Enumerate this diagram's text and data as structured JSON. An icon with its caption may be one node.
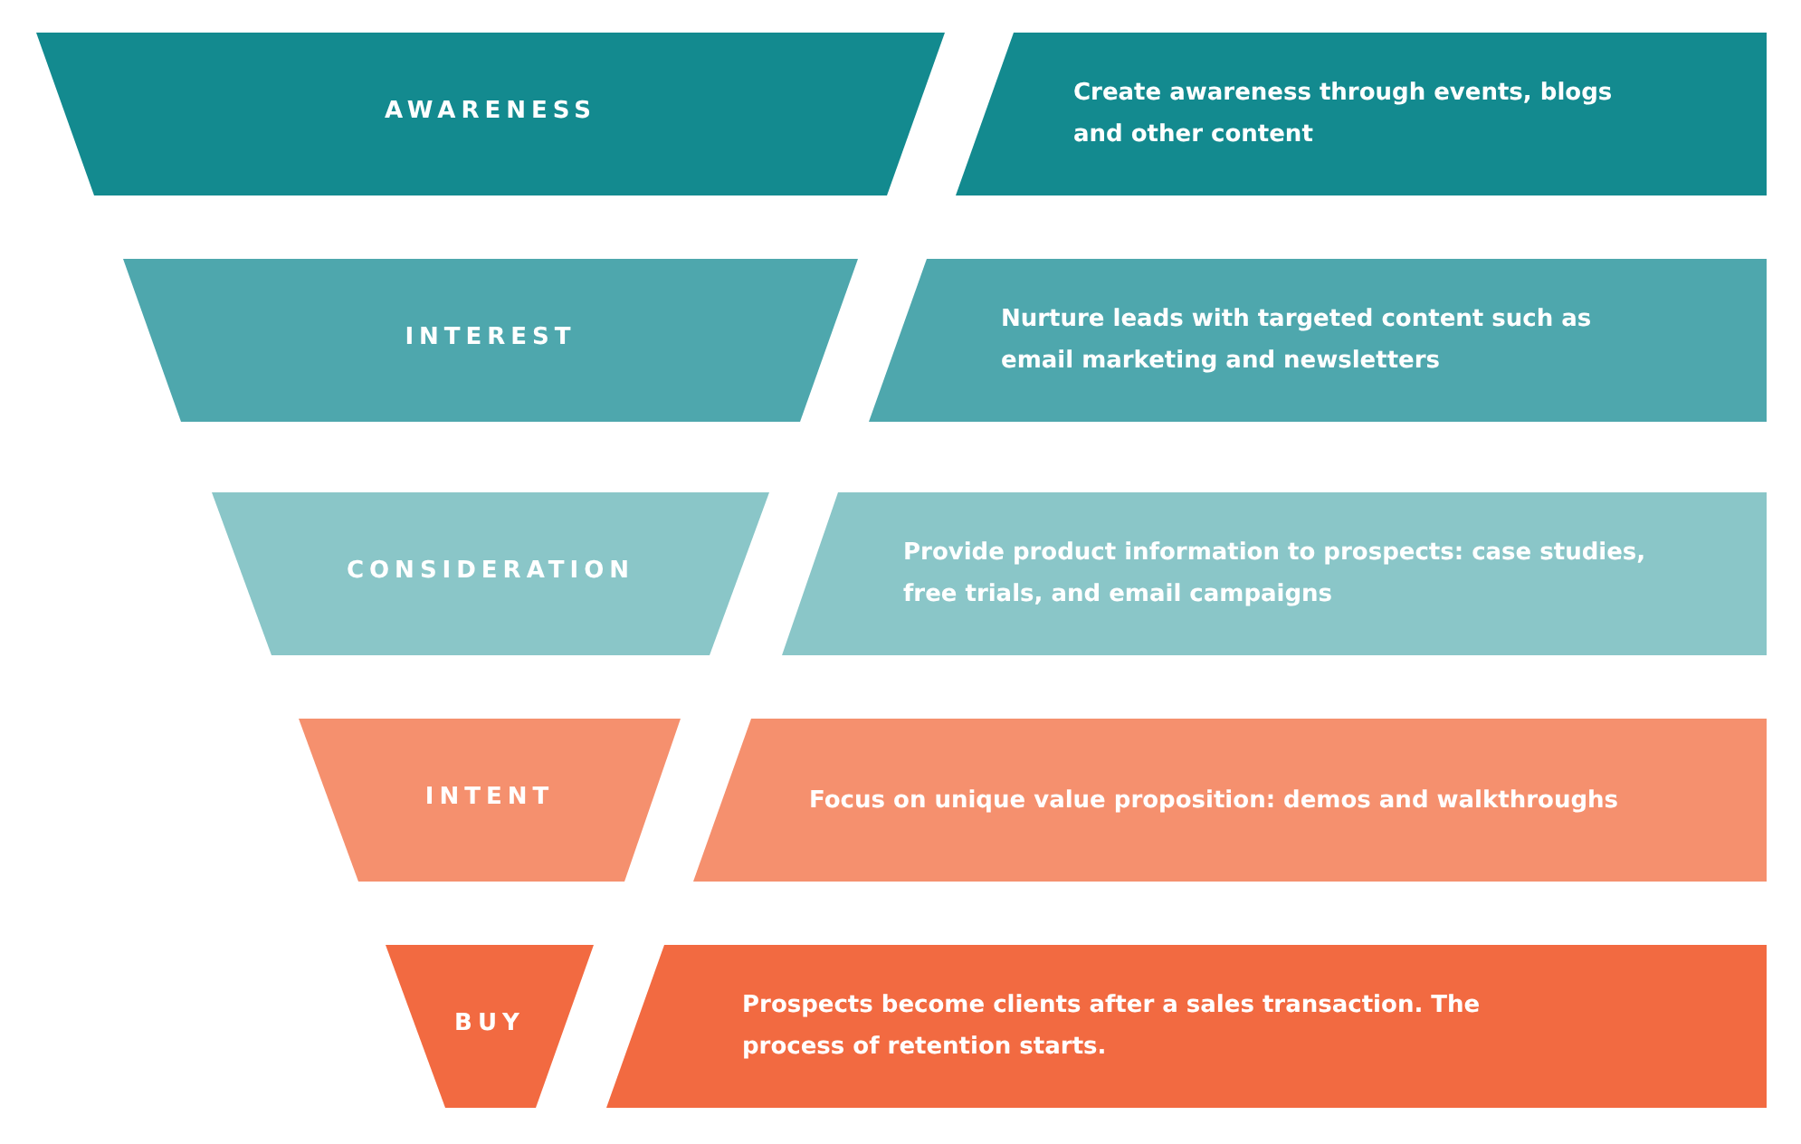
{
  "diagram": {
    "nodes": [
      {
        "text": [
          "AWARENESS"
        ]
      },
      {
        "text": [
          "Create awareness through events, blogs and other content"
        ]
      },
      {
        "text": [
          "INTEREST"
        ]
      },
      {
        "text": [
          "Nurture leads with targeted content such as email marketing and newsletters"
        ]
      },
      {
        "text": [
          "CONSIDERATION"
        ]
      },
      {
        "text": [
          "Provide product information to prospects: case studies, free trials, and email campaigns"
        ]
      },
      {
        "text": [
          "INTENT"
        ]
      },
      {
        "text": [
          "Focus on unique value proposition: demos and walkthroughs"
        ]
      },
      {
        "text": [
          "BUY"
        ]
      },
      {
        "text": [
          "Prospects become clients after a sales transaction. The process of retention starts."
        ]
      }
    ]
  }
}
